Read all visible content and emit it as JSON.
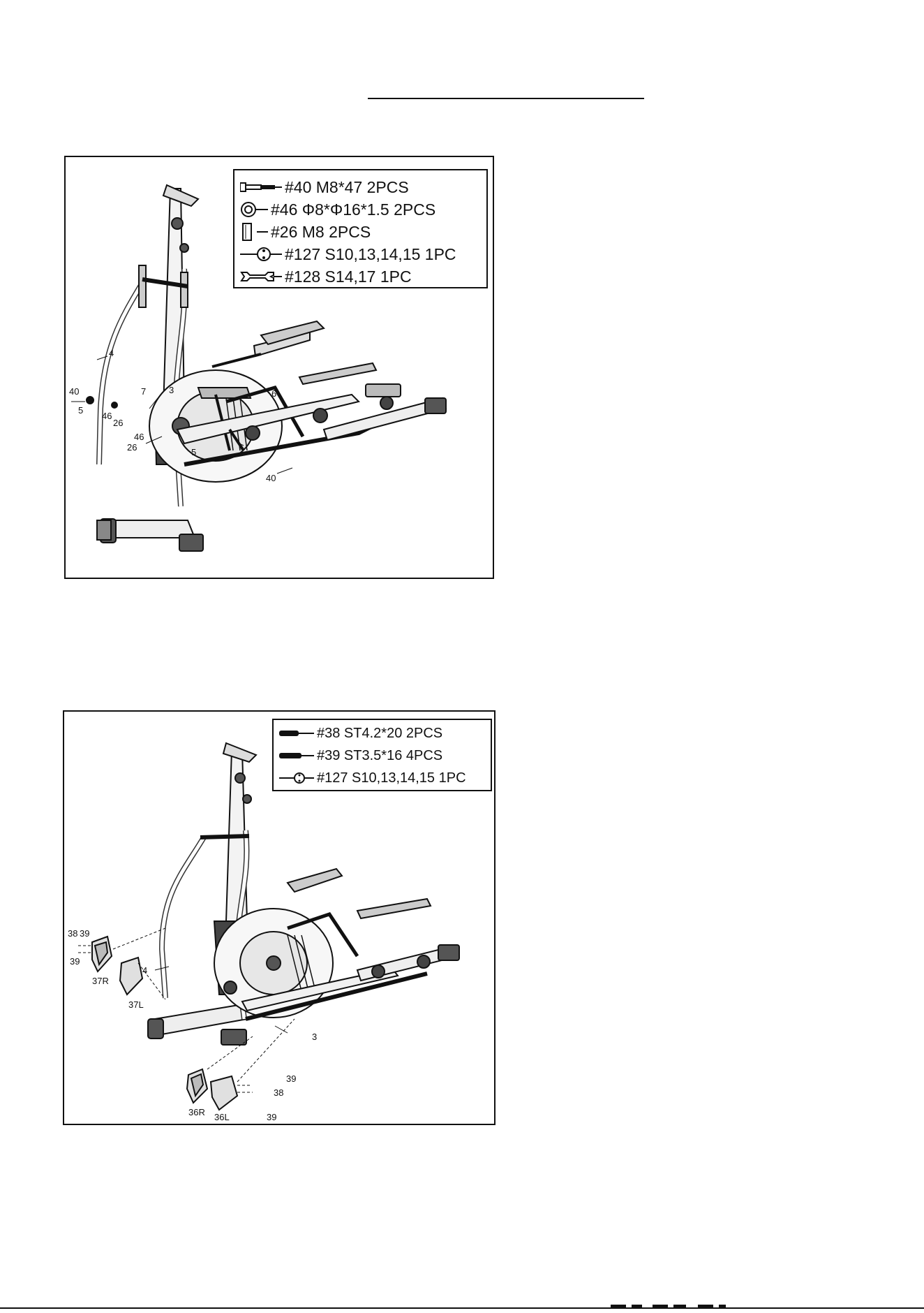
{
  "figure1": {
    "legend": [
      {
        "icon": "bolt-icon",
        "label": "#40 M8*47  2PCS"
      },
      {
        "icon": "washer-icon",
        "label": "#46 Φ8*Φ16*1.5  2PCS"
      },
      {
        "icon": "nut-icon",
        "label": "#26 M8  2PCS"
      },
      {
        "icon": "multi-socket-wrench-icon",
        "label": "#127 S10,13,14,15 1PC"
      },
      {
        "icon": "open-wrench-icon",
        "label": "#128 S14,17 1PC"
      }
    ],
    "callouts": [
      "4",
      "40",
      "5",
      "46",
      "26",
      "7",
      "3",
      "46",
      "26",
      "5",
      "6",
      "40"
    ]
  },
  "figure2": {
    "legend": [
      {
        "icon": "screw-icon",
        "label": "#38 ST4.2*20 2PCS"
      },
      {
        "icon": "screw-icon",
        "label": "#39 ST3.5*16 4PCS"
      },
      {
        "icon": "multi-socket-wrench-icon",
        "label": "#127 S10,13,14,15 1PC"
      }
    ],
    "callouts": [
      "4",
      "38",
      "39",
      "39",
      "37R",
      "37L",
      "3",
      "39",
      "38",
      "36R",
      "36L",
      "39"
    ]
  }
}
